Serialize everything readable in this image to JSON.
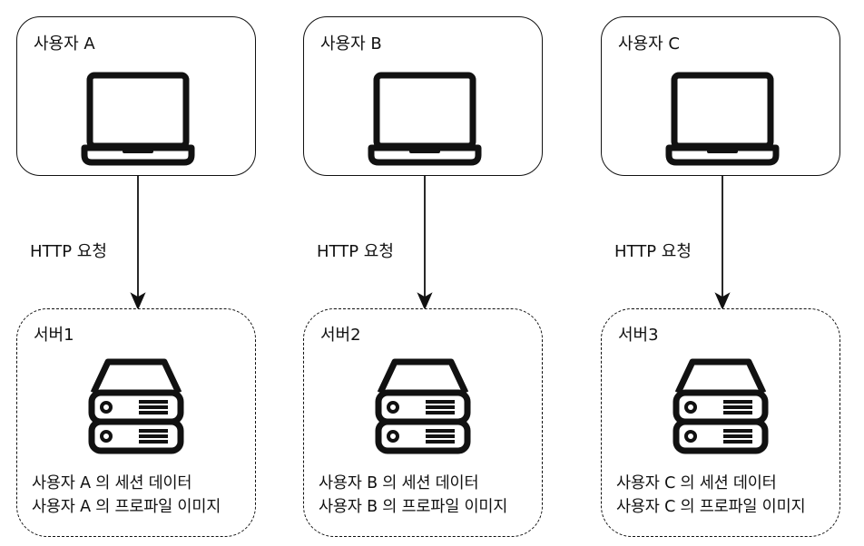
{
  "columns": [
    {
      "user_label": "사용자 A",
      "request_label": "HTTP 요청",
      "server_label": "서버1",
      "data_lines": [
        "사용자 A 의 세션 데이터",
        "사용자 A 의 프로파일 이미지"
      ]
    },
    {
      "user_label": "사용자 B",
      "request_label": "HTTP 요청",
      "server_label": "서버2",
      "data_lines": [
        "사용자 B 의 세션 데이터",
        "사용자 B 의 프로파일 이미지"
      ]
    },
    {
      "user_label": "사용자 C",
      "request_label": "HTTP 요청",
      "server_label": "서버3",
      "data_lines": [
        "사용자 C 의 세션 데이터",
        "사용자 C 의 프로파일 이미지"
      ]
    }
  ],
  "icons": {
    "user": "laptop-icon",
    "server": "server-icon"
  },
  "colors": {
    "stroke": "#111111",
    "background": "#ffffff"
  }
}
